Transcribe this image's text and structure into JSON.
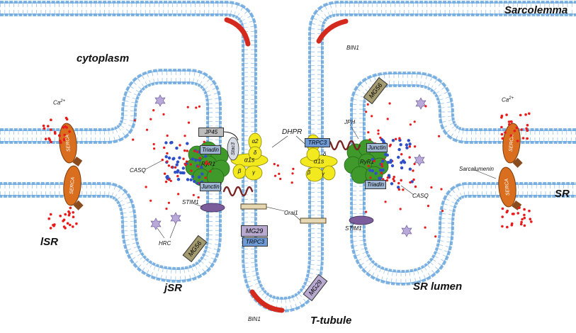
{
  "labels": {
    "cytoplasm": "cytoplasm",
    "sarcolemma": "Sarcolemma",
    "t_tubule": "T-tubule",
    "lsr": "lSR",
    "jsr": "jSR",
    "sr": "SR",
    "sr_lumen": "SR lumen",
    "dhpr": "DHPR",
    "orai1": "Orai1",
    "casq": "CASQ",
    "hrc": "HRC",
    "stim1": "STIM1",
    "jph": "JPH",
    "bin1": "BIN1",
    "sarcalumenin": "Sarcalumenin",
    "ca": "Ca",
    "ca_sup": "2+"
  },
  "proteins": {
    "serca": "SERCA",
    "ryr1": "RyR1",
    "jp45": "JP45",
    "triadin": "Triadin",
    "junctin": "Junctin",
    "mg29": "MG29",
    "mg56": "MG56",
    "trpc3": "TRPC3",
    "stac3": "Stac3",
    "alpha1s": "α1s",
    "alpha2": "α2",
    "delta": "δ",
    "beta": "β",
    "gamma": "γ"
  },
  "colors": {
    "membrane_head": "#6aa6dc",
    "serca": "#d96f1e",
    "ryr1": "#3f9a2b",
    "dhpr": "#f2ea1f",
    "bin1": "#d42a1e",
    "calcium": "#e81b1b",
    "casq": "#2f4fc8",
    "stim1": "#7a5d9a",
    "mg29": "#b7a9cf",
    "mg56": "#a39a6f",
    "trpc3": "#6f9bd6",
    "jph": "#7a2323",
    "hrc": "#b9a9d8"
  }
}
